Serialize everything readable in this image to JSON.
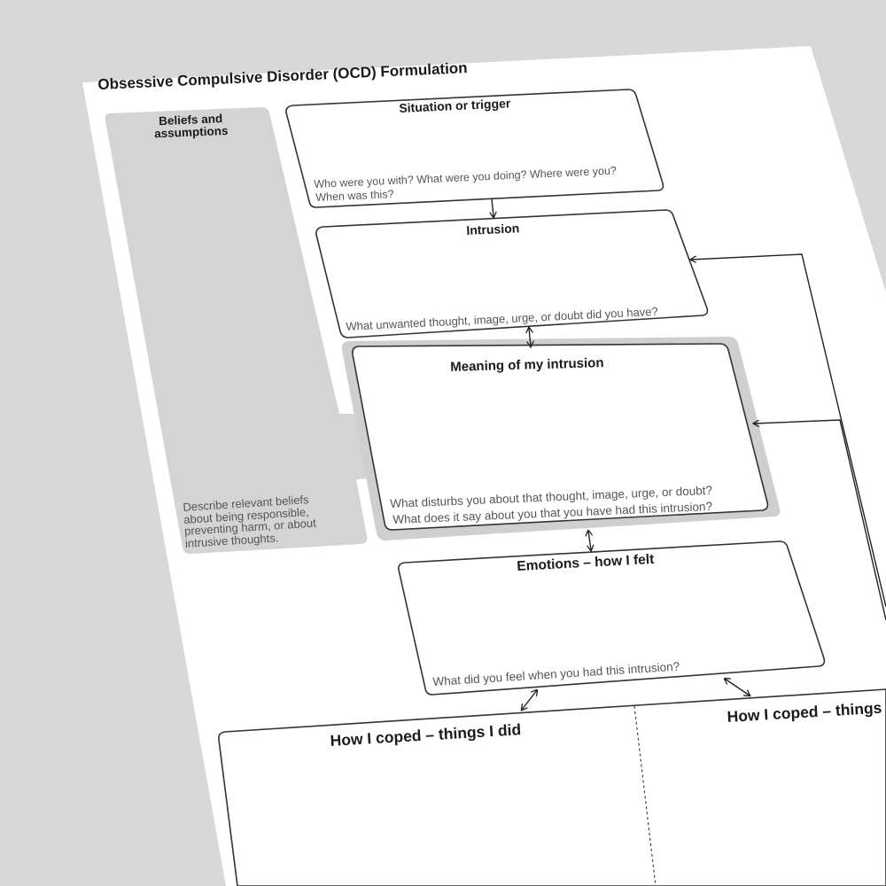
{
  "page": {
    "title": "Obsessive Compulsive Disorder (OCD) Formulation"
  },
  "beliefs": {
    "title_line1": "Beliefs and",
    "title_line2": "assumptions",
    "hint_lines": [
      "Describe relevant beliefs",
      "about being responsible,",
      "preventing harm, or about",
      "intrusive thoughts."
    ]
  },
  "situation": {
    "title": "Situation or trigger",
    "hint_line1": "Who were you with? What were you doing? Where were you?",
    "hint_line2": "When was this?"
  },
  "intrusion": {
    "title": "Intrusion",
    "hint": "What unwanted thought, image, urge, or doubt did you have?"
  },
  "meaning": {
    "title": "Meaning of my intrusion",
    "hint_line1": "What disturbs you about that thought, image, urge, or doubt?",
    "hint_line2": "What does it say about you that you have had this intrusion?"
  },
  "emotions": {
    "title": "Emotions – how I felt",
    "hint": "What did you feel when you had this intrusion?"
  },
  "coped_did": {
    "title": "How I coped – things I did"
  },
  "coped_thought": {
    "title": "How I coped – things"
  },
  "colors": {
    "background": "#d8d8d8",
    "paper": "#ffffff",
    "panel_gray": "#d4d4d4",
    "border": "#333333",
    "hint_text": "#555555"
  }
}
